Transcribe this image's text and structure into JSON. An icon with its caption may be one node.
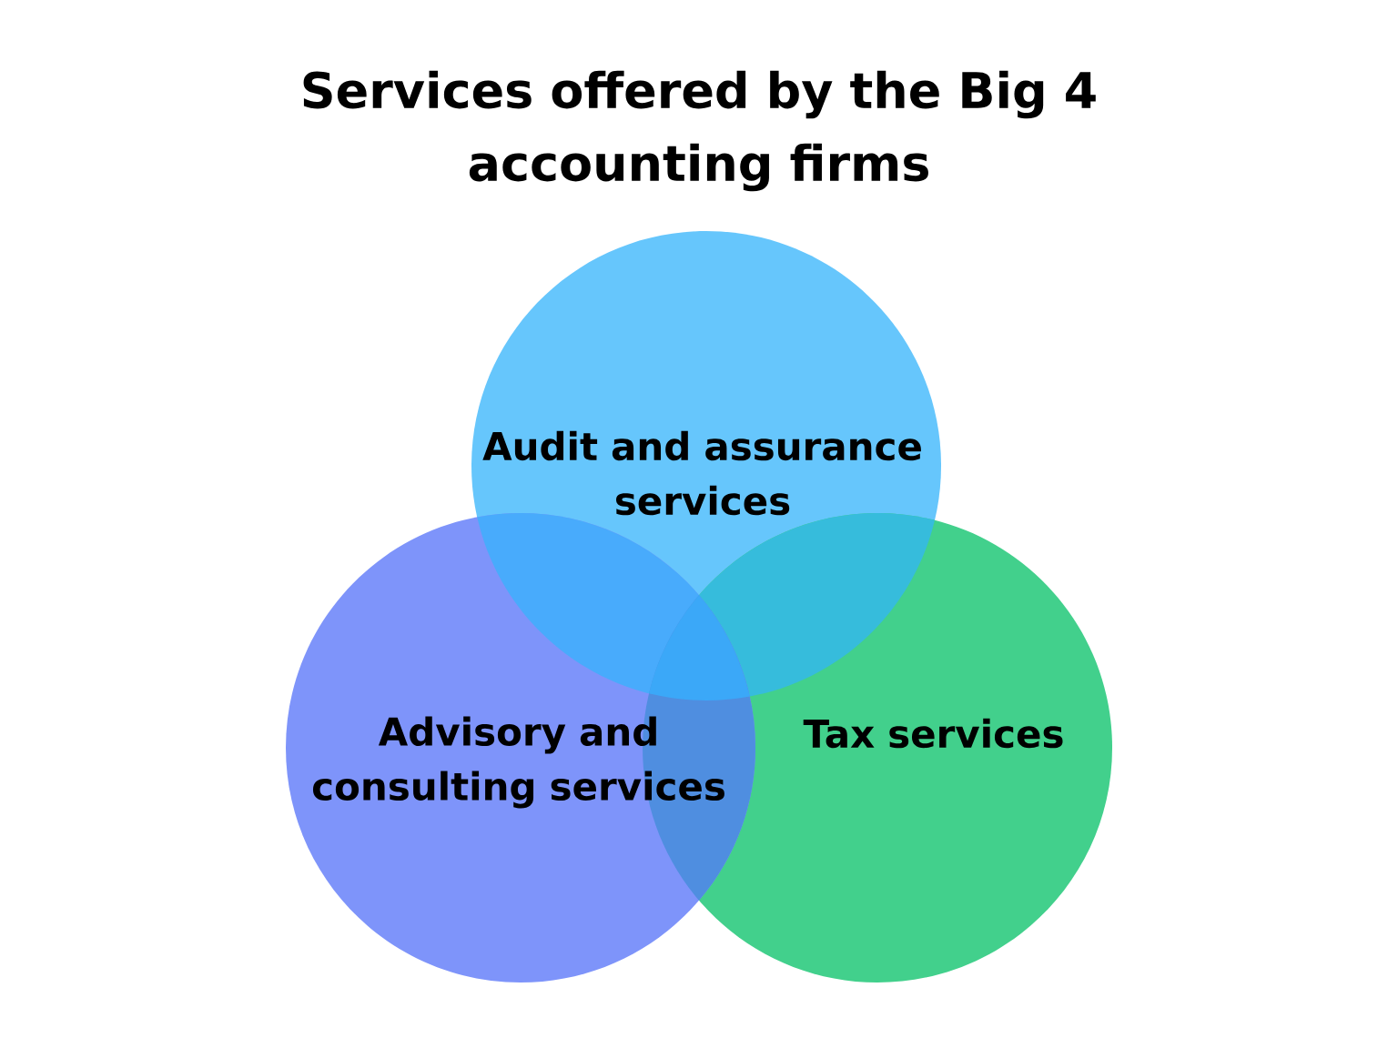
{
  "diagram": {
    "title": "Services offered by the Big 4 accounting firms",
    "nodes": [
      {
        "text": [
          "Audit and assurance services"
        ]
      },
      {
        "text": [
          "Advisory and consulting services"
        ]
      },
      {
        "text": [
          "Tax services"
        ]
      }
    ]
  }
}
